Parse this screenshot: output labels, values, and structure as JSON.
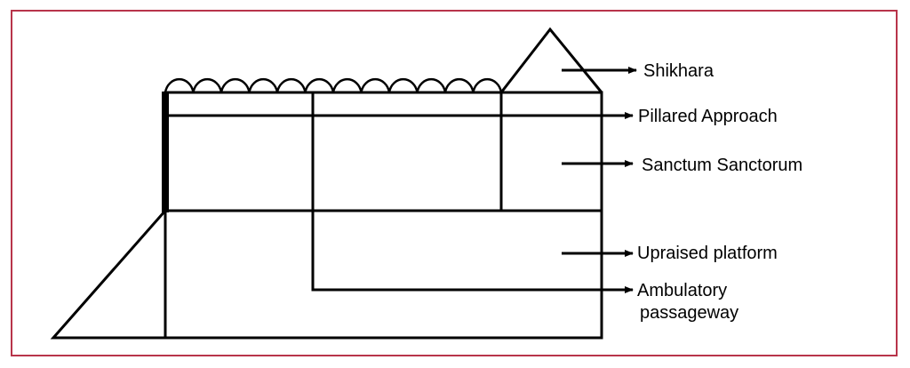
{
  "colors": {
    "frame": "#b8344a",
    "line": "#000000",
    "background": "#ffffff"
  },
  "labels": {
    "shikhara": "Shikhara",
    "pillared_approach": "Pillared Approach",
    "sanctum": "Sanctum Sanctorum",
    "platform": "Upraised platform",
    "ambulatory_line1": "Ambulatory",
    "ambulatory_line2": "passageway"
  }
}
